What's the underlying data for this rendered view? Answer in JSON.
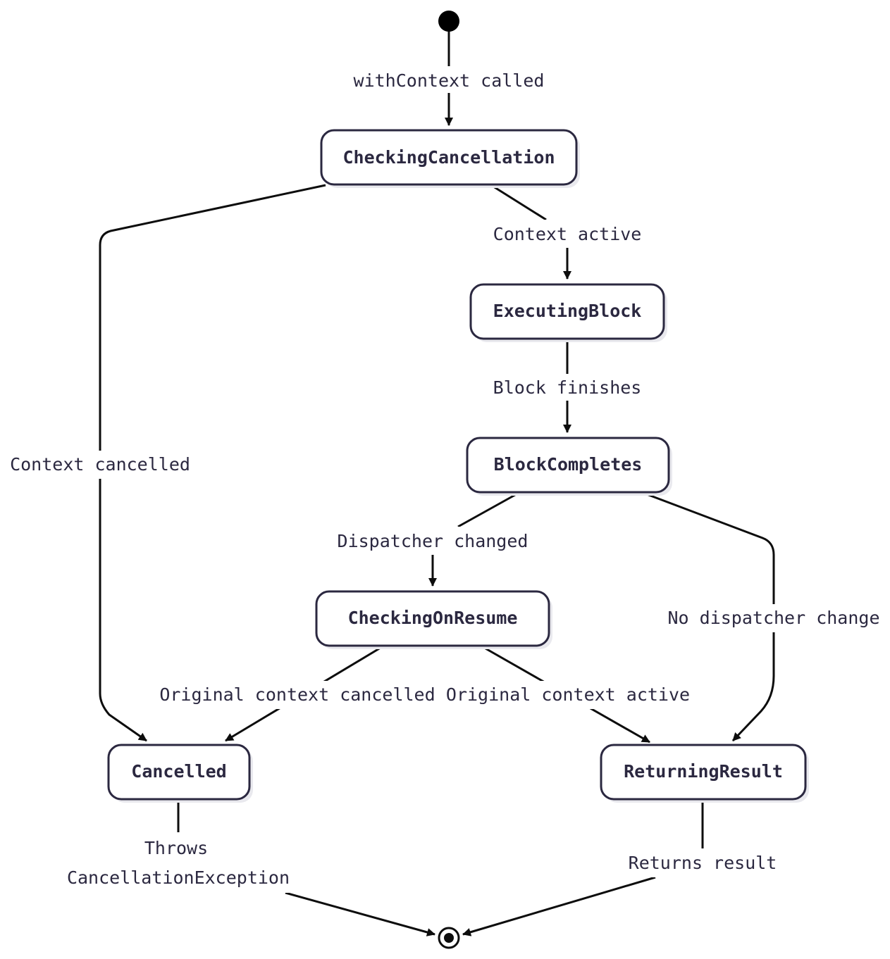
{
  "states": {
    "checking_cancellation": "CheckingCancellation",
    "executing_block": "ExecutingBlock",
    "block_completes": "BlockCompletes",
    "checking_on_resume": "CheckingOnResume",
    "cancelled": "Cancelled",
    "returning_result": "ReturningResult"
  },
  "transitions": {
    "start_to_checking": "withContext called",
    "checking_to_cancelled": "Context cancelled",
    "checking_to_executing": "Context active",
    "executing_to_completes": "Block finishes",
    "completes_to_resume": "Dispatcher changed",
    "completes_to_returning": "No dispatcher change",
    "resume_to_cancelled": "Original context cancelled",
    "resume_to_returning": "Original context active",
    "cancelled_to_end_line1": "Throws",
    "cancelled_to_end_line2": "CancellationException",
    "returning_to_end": "Returns result"
  },
  "colors": {
    "node_fill": "#ffffff",
    "node_stroke": "#2b2840",
    "edge": "#0d0d0d",
    "text": "#2b2840"
  }
}
